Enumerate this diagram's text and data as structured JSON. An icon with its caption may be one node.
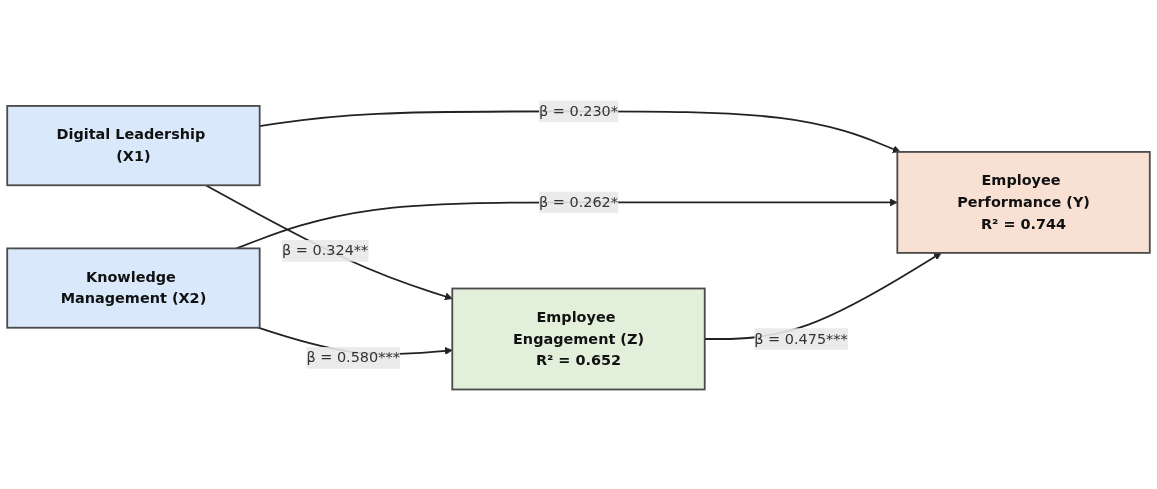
{
  "diagram": {
    "nodes": [
      {
        "text": [
          "Digital Leadership (X1)"
        ]
      },
      {
        "text": [
          "Knowledge Management (X2)"
        ]
      },
      {
        "text": [
          "Employee Engagement (Z)",
          "R² = 0.652"
        ]
      },
      {
        "text": [
          "Employee Performance (Y)",
          "R² = 0.744"
        ]
      }
    ],
    "edges": [
      {
        "from": 0,
        "to": 2,
        "arrow": "to",
        "label": "β = 0.324**"
      },
      {
        "from": 0,
        "to": 3,
        "arrow": "to",
        "label": "β = 0.230*"
      },
      {
        "from": 1,
        "to": 2,
        "arrow": "to",
        "label": "β = 0.580***"
      },
      {
        "from": 1,
        "to": 3,
        "arrow": "to",
        "label": "β = 0.262*"
      },
      {
        "from": 2,
        "to": 3,
        "arrow": "to",
        "label": "β = 0.475***"
      }
    ]
  }
}
